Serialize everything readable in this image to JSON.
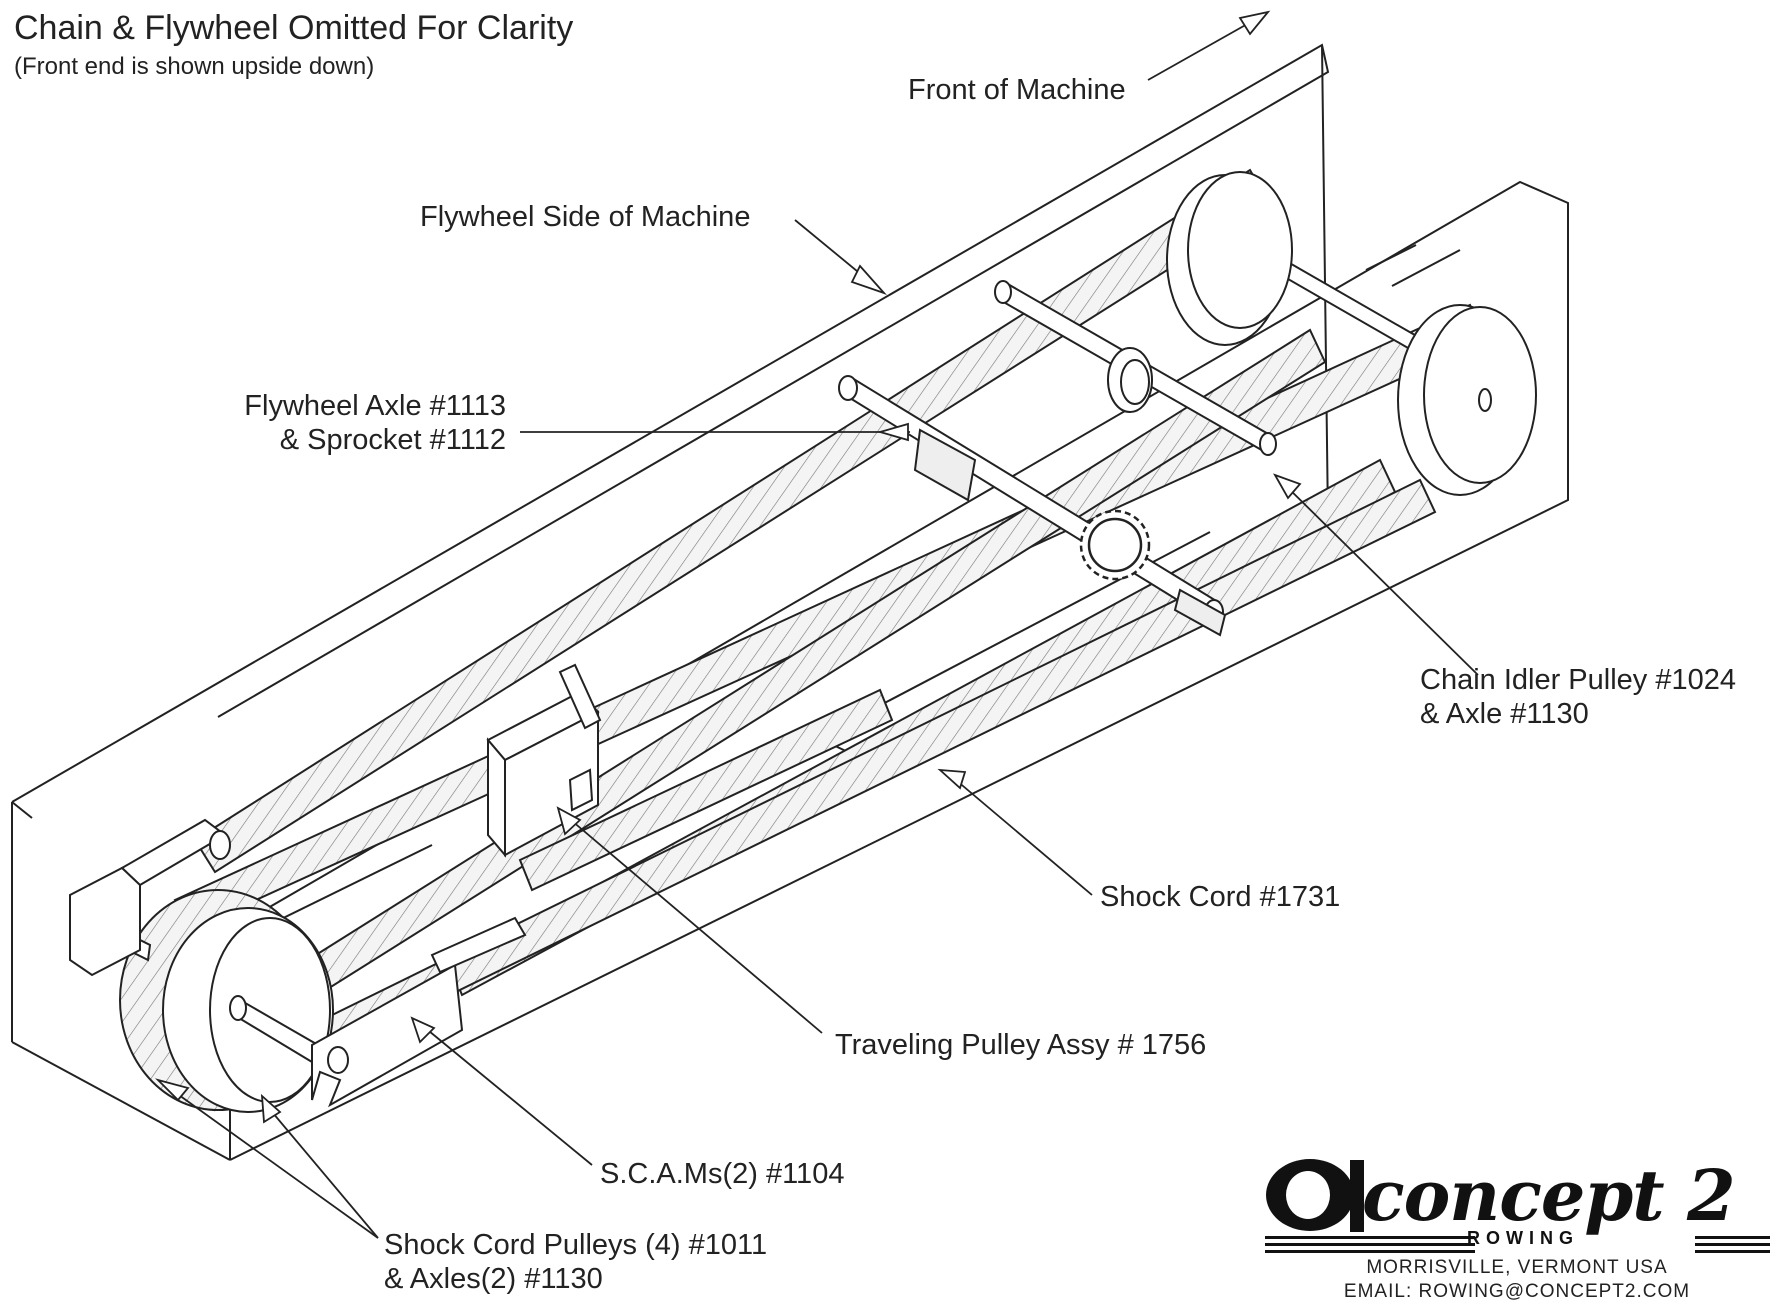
{
  "header": {
    "title": "Chain & Flywheel Omitted For Clarity",
    "subtitle": "(Front end is shown upside down)"
  },
  "labels": {
    "front": "Front of Machine",
    "flywheel_side": "Flywheel Side of Machine",
    "flywheel_axle_1": "Flywheel Axle #1113",
    "flywheel_axle_2": "& Sprocket #1112",
    "chain_idler_1": "Chain Idler Pulley #1024",
    "chain_idler_2": "& Axle #1130",
    "shock_cord": "Shock Cord  #1731",
    "traveling_pulley": "Traveling Pulley Assy # 1756",
    "scams": "S.C.A.Ms(2) #1104",
    "shock_pulleys_1": "Shock Cord Pulleys (4) #1011",
    "shock_pulleys_2": "& Axles(2) #1130"
  },
  "brand": {
    "name": "concept 2",
    "tagline": "ROWING",
    "address": "MORRISVILLE, VERMONT USA",
    "email": "EMAIL: ROWING@CONCEPT2.COM"
  },
  "icons": [
    "leader-arrow-icon",
    "concept2-logo-icon"
  ],
  "colors": {
    "ink": "#1a1a1a",
    "paper": "#ffffff"
  }
}
